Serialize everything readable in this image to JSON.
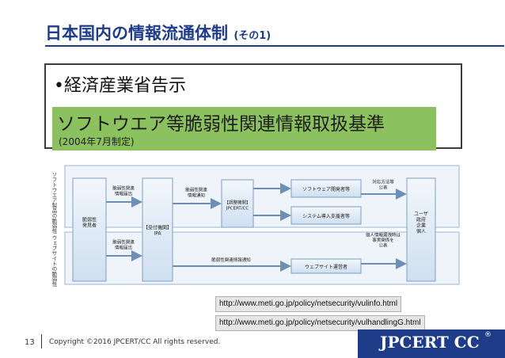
{
  "slide": {
    "title": "日本国内の情報流通体制",
    "title_sub": "(その1)"
  },
  "panel": {
    "bullet": "•経済産業省告示",
    "highlight_title": "ソフトウエア等脆弱性関連情報取扱基準",
    "highlight_sub": "(2004年7月制定)"
  },
  "diagram": {
    "lane_software": "ソフトウエア製品の脆弱性",
    "lane_web": "ウェブサイトの脆弱性",
    "discoverer": "脆弱性\n発見者",
    "ipa": "【受付機関】\nIPA",
    "jpcert": "【調整機関】\nJPCERT/CC",
    "developer": "ソフトウェア開発者等",
    "integrator": "システム導入支援者等",
    "webadmin": "ウェブサイト運営者",
    "users": "ユーザ\n政府\n企業\n個人",
    "edge_report1": "脆弱性関連\n情報届出",
    "edge_notify1": "脆弱性関連\n情報通知",
    "edge_report2": "脆弱性関連\n情報届出",
    "edge_notify2": "脆弱性関連情報通知",
    "edge_publish1": "対応方法等\n公表",
    "edge_publish2": "個人情報漏洩時は\n事実関係を\n公表"
  },
  "links": {
    "url1": "http://www.meti.go.jp/policy/netsecurity/vulinfo.html",
    "url2": "http://www.meti.go.jp/policy/netsecurity/vulhandlingG.html"
  },
  "footer": {
    "page": "13",
    "copyright": "Copyright ©2016 JPCERT/CC All rights reserved.",
    "logo": "JPCERT CC",
    "logo_reg": "®"
  },
  "colors": {
    "title": "#1f3c88",
    "highlight": "#8cc15f",
    "logo_band": "#1f3c88"
  }
}
